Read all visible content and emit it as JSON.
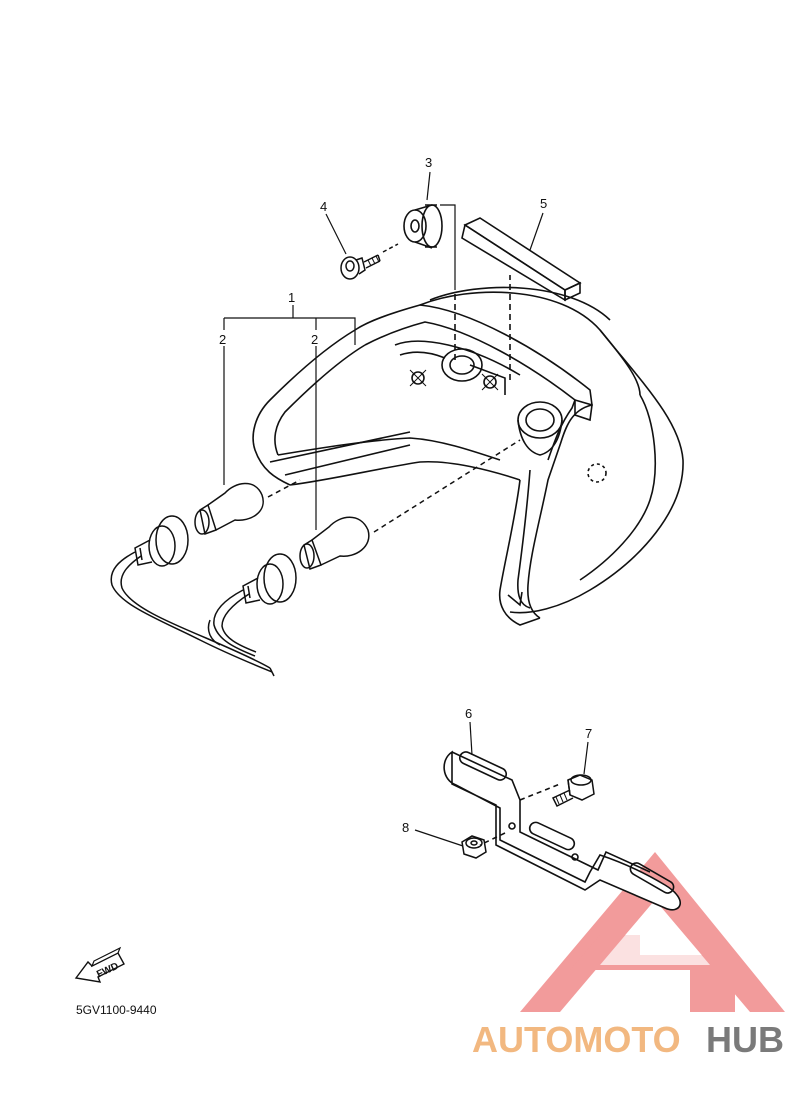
{
  "diagram": {
    "callouts": [
      {
        "id": "1",
        "label": "1"
      },
      {
        "id": "2a",
        "label": "2"
      },
      {
        "id": "2b",
        "label": "2"
      },
      {
        "id": "3",
        "label": "3"
      },
      {
        "id": "4",
        "label": "4"
      },
      {
        "id": "5",
        "label": "5"
      },
      {
        "id": "6",
        "label": "6"
      },
      {
        "id": "7",
        "label": "7"
      },
      {
        "id": "8",
        "label": "8"
      }
    ],
    "fwd_label": "FWD",
    "drawing_code": "5GV1100-9440"
  },
  "watermark": {
    "part1": "AUTOMOTO",
    "part2": "HUB",
    "color1": "#f2b880",
    "color2": "#7a7a7a",
    "logo_color": "#f08a8a"
  }
}
